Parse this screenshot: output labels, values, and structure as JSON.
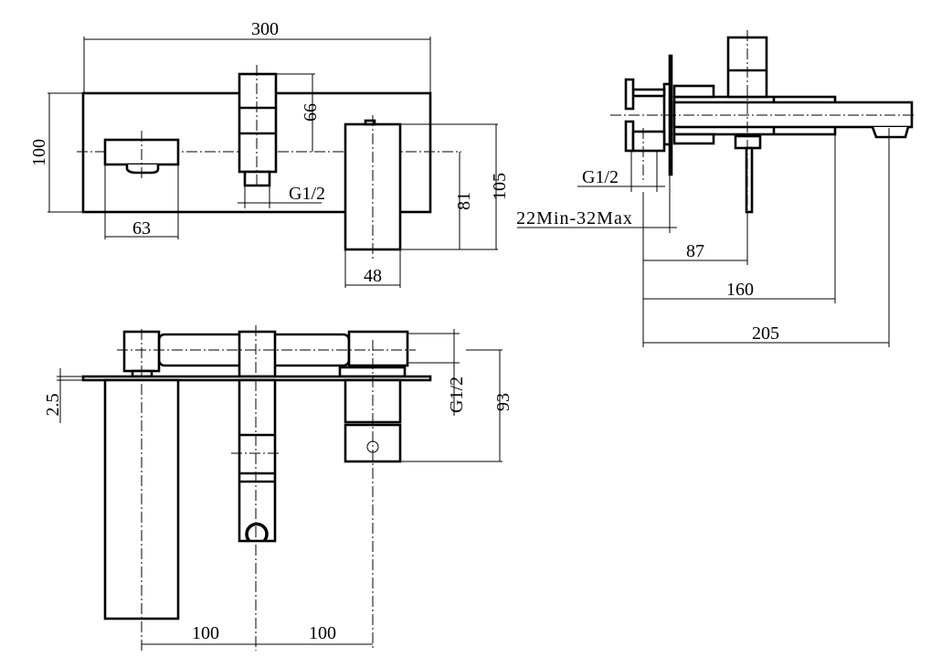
{
  "drawing": {
    "ink_color": "#000000",
    "background": "#ffffff",
    "front_view": {
      "width_300": "300",
      "height_100": "100",
      "spout_width_63": "63",
      "diverter_66": "66",
      "diverter_thread": "G1/2",
      "mixer_81": "81",
      "mixer_105": "105",
      "mixer_width_48": "48"
    },
    "side_view": {
      "thread": "G1/2",
      "wall_range": "22Min-32Max",
      "dim_87": "87",
      "dim_160": "160",
      "dim_205": "205"
    },
    "top_view": {
      "plate_thickness": "2.5",
      "thread": "G1/2",
      "dim_93": "93",
      "spacing_left": "100",
      "spacing_right": "100"
    }
  }
}
